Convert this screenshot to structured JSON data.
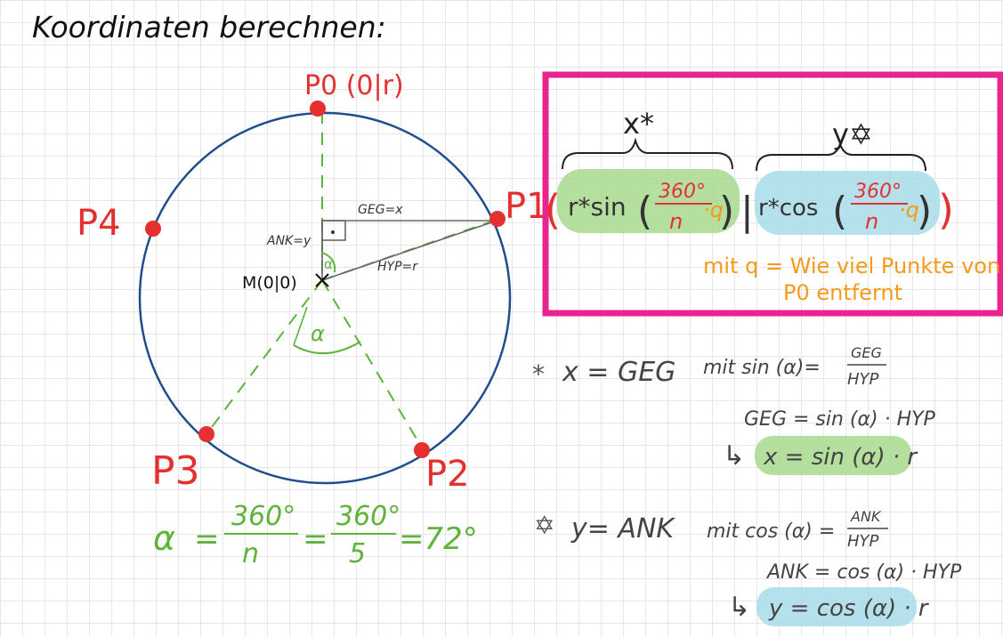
{
  "heading": "Koordinaten berechnen:",
  "points": {
    "p0": "P0 (0|r)",
    "p1": "P1",
    "p2": "P2",
    "p3": "P3",
    "p4": "P4"
  },
  "center": "M(0|0)",
  "triangle": {
    "geg": "GEG=x",
    "ank": "ANK=y",
    "hyp": "HYP=r",
    "angle": "α"
  },
  "angle_formula": {
    "alpha": "α",
    "eq1": "=",
    "frac1_num": "360°",
    "frac1_den": "n",
    "eq2": "=",
    "frac2_num": "360°",
    "frac2_den": "5",
    "result": "=72°"
  },
  "box": {
    "x_star": "x*",
    "y_star": "y✡",
    "x_r": "r*sin",
    "y_r": "r*cos",
    "frac_num": "360°",
    "frac_den": "n",
    "q": "·q",
    "open_paren": "(",
    "sep": "|",
    "close_paren": ")",
    "note_line1": "mit q = Wie viel Punkte von",
    "note_line2": "P0 entfernt"
  },
  "x_derivation": {
    "mark": "*",
    "def": "x = GEG",
    "mit": "mit sin (α)=",
    "frac_num": "GEG",
    "frac_den": "HYP",
    "step": "GEG = sin (α) · HYP",
    "arrow": "↳",
    "result": "x = sin (α) · r"
  },
  "y_derivation": {
    "mark": "✡",
    "def": "y= ANK",
    "mit": "mit cos (α) =",
    "frac_num": "ANK",
    "frac_den": "HYP",
    "step": "ANK = cos (α) · HYP",
    "arrow": "↳",
    "result": "y = cos (α) · r"
  },
  "colors": {
    "circle": "#1f4e8c",
    "points": "#e53030",
    "green": "#5cb43a",
    "orange": "#f59a1a",
    "magenta": "#e8248f",
    "highlight_green": "#a8d98e",
    "highlight_blue": "#a8dcea",
    "ink": "#333333"
  }
}
